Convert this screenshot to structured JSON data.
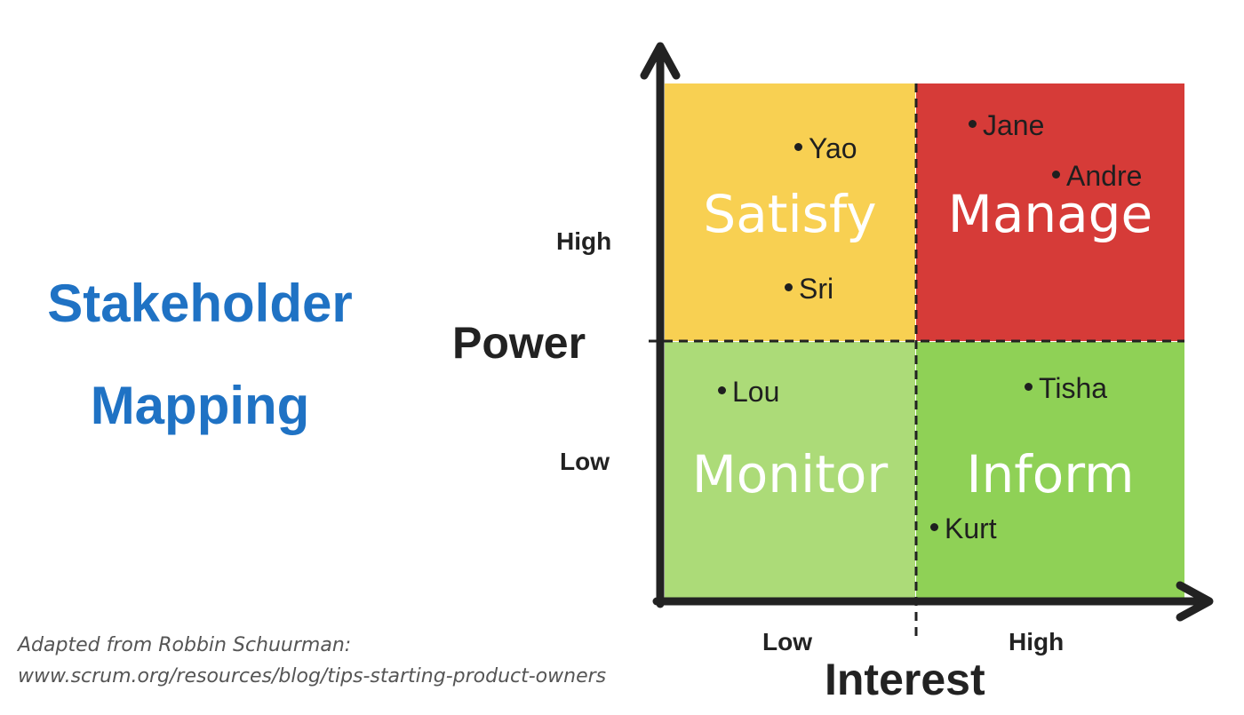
{
  "title": {
    "line1": "Stakeholder",
    "line2": "Mapping"
  },
  "axes": {
    "y": {
      "label": "Power",
      "tick_high": "High",
      "tick_low": "Low"
    },
    "x": {
      "label": "Interest",
      "tick_low": "Low",
      "tick_high": "High"
    }
  },
  "quadrants": {
    "satisfy": {
      "label": "Satisfy",
      "color": "#F8D052"
    },
    "manage": {
      "label": "Manage",
      "color": "#D63B38"
    },
    "monitor": {
      "label": "Monitor",
      "color": "#ACDB78"
    },
    "inform": {
      "label": "Inform",
      "color": "#8FD156"
    }
  },
  "stakeholders": {
    "yao": "Yao",
    "sri": "Sri",
    "jane": "Jane",
    "andre": "Andre",
    "lou": "Lou",
    "tisha": "Tisha",
    "kurt": "Kurt"
  },
  "caption": {
    "line1": "Adapted from Robbin Schuurman:",
    "line2": "www.scrum.org/resources/blog/tips-starting-product-owners"
  }
}
